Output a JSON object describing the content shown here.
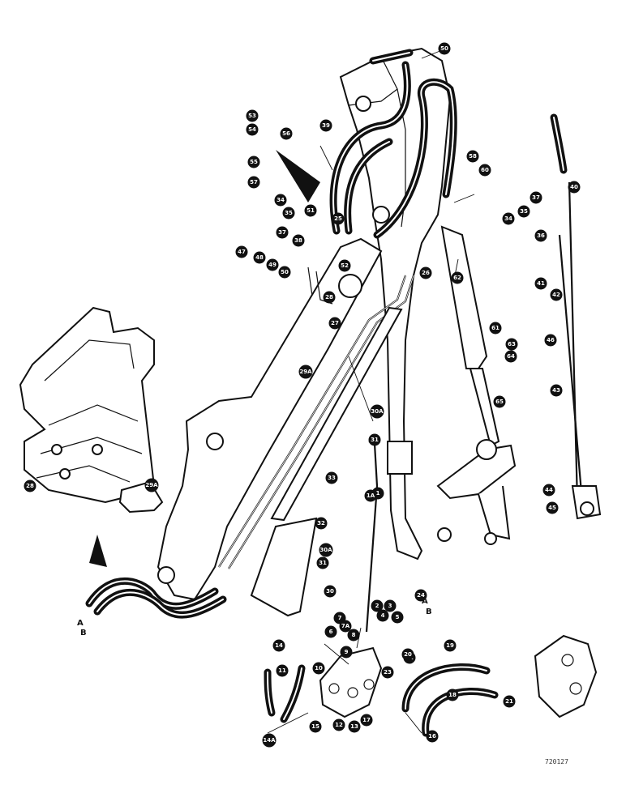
{
  "drawing_number": "720127",
  "hose_end_markers": {
    "left": [
      "A",
      "B"
    ],
    "right": [
      "A",
      "B"
    ]
  },
  "callouts": [
    "50",
    "53",
    "54",
    "56",
    "39",
    "55",
    "57",
    "58",
    "60",
    "34",
    "35",
    "25",
    "51",
    "37",
    "38",
    "47",
    "48",
    "49",
    "50",
    "52",
    "26",
    "28",
    "37",
    "34",
    "35",
    "36",
    "40",
    "62",
    "41",
    "42",
    "27",
    "29A",
    "61",
    "63",
    "64",
    "46",
    "65",
    "43",
    "28",
    "29A",
    "30A",
    "31",
    "33",
    "1",
    "1A",
    "32",
    "30A",
    "31",
    "30",
    "44",
    "45",
    "24",
    "7",
    "7A",
    "2",
    "3",
    "4",
    "5",
    "6",
    "8",
    "9",
    "10",
    "14",
    "11",
    "19",
    "22",
    "23",
    "20",
    "18",
    "21",
    "17",
    "12",
    "13",
    "15",
    "14A",
    "16"
  ]
}
